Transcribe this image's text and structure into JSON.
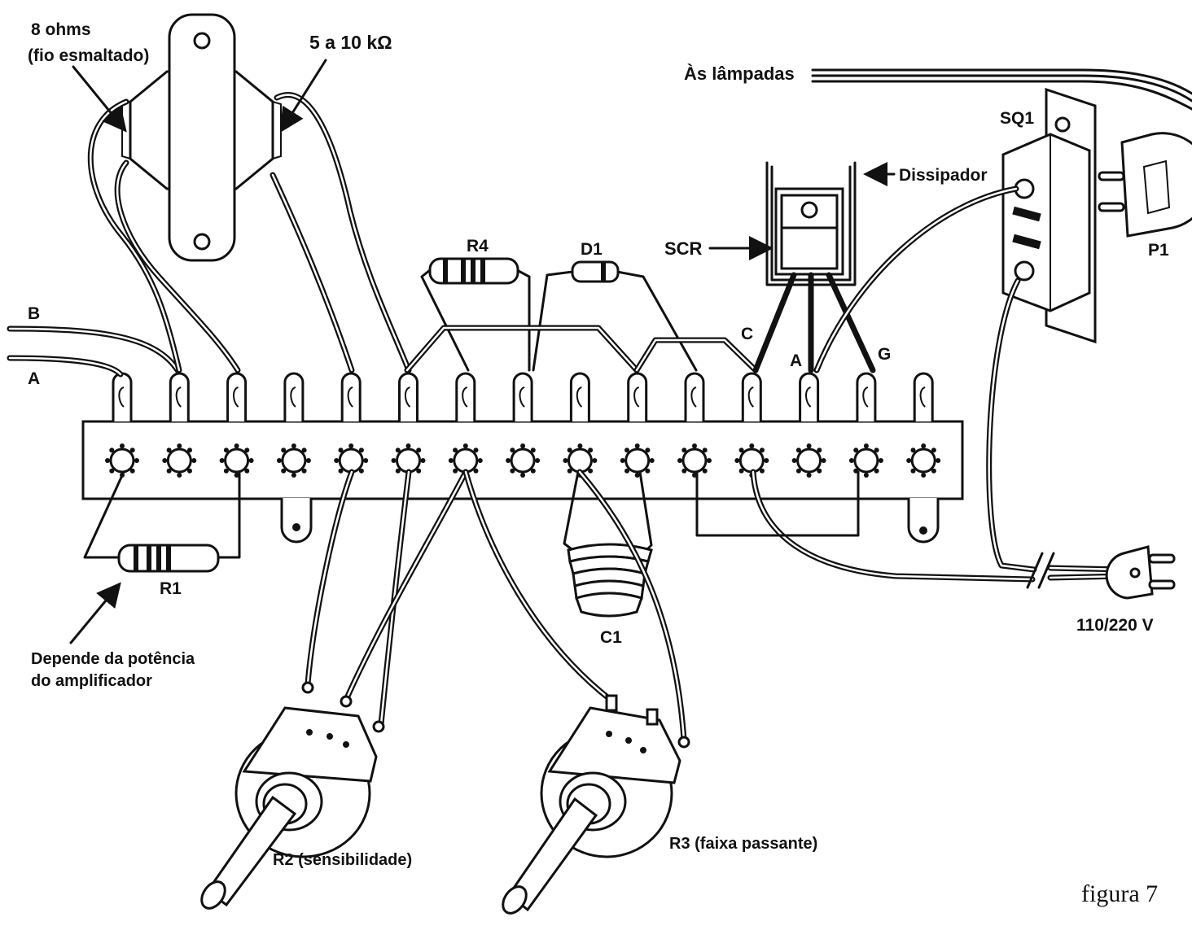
{
  "labels": {
    "ohms_top": "8 ohms",
    "ohms_bottom": "(fio esmaltado)",
    "kohm": "5 a 10 kΩ",
    "lamps": "Às lâmpadas",
    "sq1": "SQ1",
    "dissipador": "Dissipador",
    "scr": "SCR",
    "p1": "P1",
    "r4": "R4",
    "d1": "D1",
    "b": "B",
    "a_input": "A",
    "c_pin": "C",
    "a_pin": "A",
    "g_pin": "G",
    "r1": "R1",
    "r1_note_1": "Depende da potência",
    "r1_note_2": "do amplificador",
    "c1": "C1",
    "voltage": "110/220 V",
    "r2": "R2 (sensibilidade)",
    "r3": "R3 (faixa passante)",
    "figure": "figura 7"
  }
}
